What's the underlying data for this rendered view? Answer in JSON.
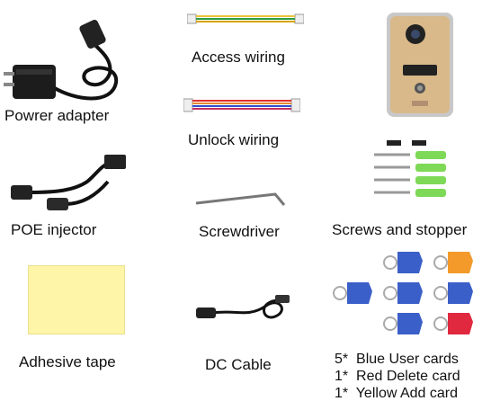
{
  "items": {
    "power_adapter": "Powrer adapter",
    "access_wiring": "Access wiring",
    "unlock_wiring": "Unlock wiring",
    "poe_injector": "POE injector",
    "screwdriver": "Screwdriver",
    "screws_stopper": "Screws and stopper",
    "adhesive_tape": "Adhesive tape",
    "dc_cable": "DC Cable"
  },
  "cards": [
    "5*  Blue User cards",
    "1*  Red Delete card",
    "1*  Yellow Add card"
  ],
  "colors": {
    "tape": "#fff5a8",
    "card_blue": "#3b5fc8",
    "card_orange": "#f39a2b",
    "card_red": "#e0283e",
    "stopper_green": "#7ed957",
    "doorbell_gold": "#d9b98a"
  }
}
